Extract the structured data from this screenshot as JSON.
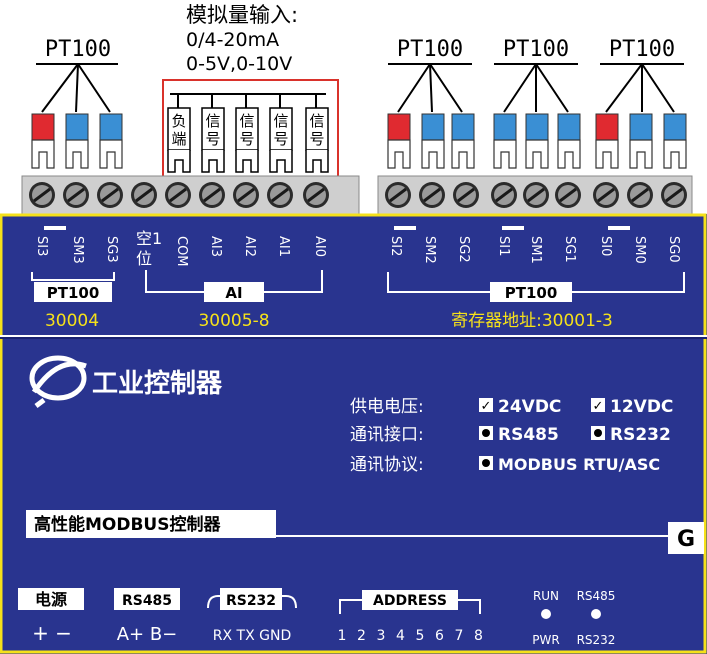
{
  "top": {
    "analog_title": "模拟量输入:",
    "analog_range1": "0/4-20mA",
    "analog_range2": "0-5V,0-10V",
    "pt_label": "PT100",
    "neg_label": [
      "负",
      "端"
    ],
    "sig_label": [
      "信",
      "号"
    ]
  },
  "terminals": {
    "left": [
      "SI3",
      "SM3",
      "SG3"
    ],
    "empty": [
      "空1",
      "位"
    ],
    "ai": [
      "COM",
      "AI3",
      "AI2",
      "AI1",
      "AI0"
    ],
    "right": [
      "SI2",
      "SM2",
      "SG2",
      "SI1",
      "SM1",
      "SG1",
      "SI0",
      "SM0",
      "SG0"
    ],
    "group_left": "PT100",
    "group_ai": "AI",
    "group_right": "PT100",
    "addr_left": "30004",
    "addr_ai": "30005-8",
    "addr_right": "寄存器地址:30001-3"
  },
  "body": {
    "brand": "工业控制器",
    "power_label": "供电电压:",
    "power_opt1": "24VDC",
    "power_opt2": "12VDC",
    "comm_label": "通讯接口:",
    "comm_opt1": "RS485",
    "comm_opt2": "RS232",
    "proto_label": "通讯协议:",
    "proto_opt1": "MODBUS RTU/ASC",
    "banner": "高性能MODBUS控制器",
    "g_label": "G"
  },
  "bottom": {
    "power_label": "电源",
    "power_pins": "+ −",
    "rs485_label": "RS485",
    "rs485_pins": "A+ B−",
    "rs232_label": "RS232",
    "rs232_pins": "RX TX GND",
    "address_label": "ADDRESS",
    "address_pins": [
      "1",
      "2",
      "3",
      "4",
      "5",
      "6",
      "7",
      "8"
    ],
    "led_run": "RUN",
    "led_rs485": "RS485",
    "led_pwr": "PWR",
    "led_rs232": "RS232"
  },
  "colors": {
    "panel": "#29348f",
    "yellow": "#f5e11a",
    "red_block": "#e02a30",
    "blue_block": "#3a8fd4",
    "terminal": "#c8c8c8"
  }
}
